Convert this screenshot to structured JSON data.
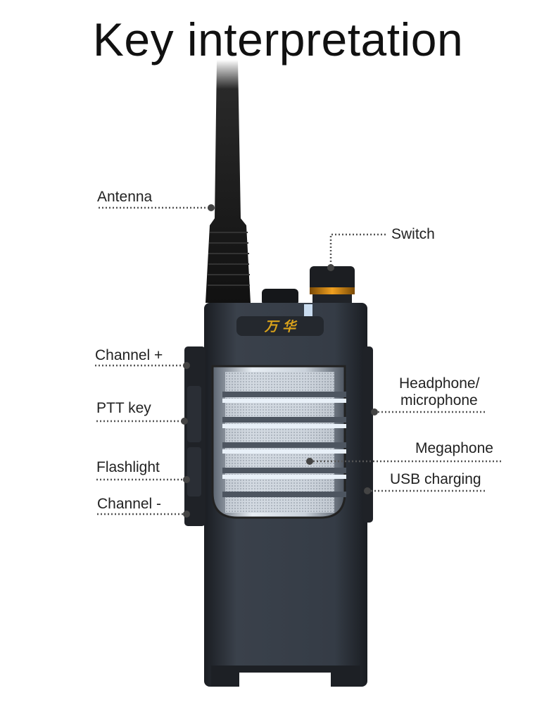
{
  "title": "Key interpretation",
  "brand_logo": "万 华",
  "labels": {
    "antenna": "Antenna",
    "switch": "Switch",
    "channel_plus": "Channel +",
    "ptt_key": "PTT key",
    "flashlight": "Flashlight",
    "channel_minus": "Channel -",
    "headphone_line1": "Headphone/",
    "headphone_line2": "microphone",
    "megaphone": "Megaphone",
    "usb_charging": "USB charging"
  },
  "colors": {
    "body": "#2b3038",
    "logo_text": "#d9a21b",
    "switch_ring": "#e08a10",
    "leader": "#555555"
  }
}
